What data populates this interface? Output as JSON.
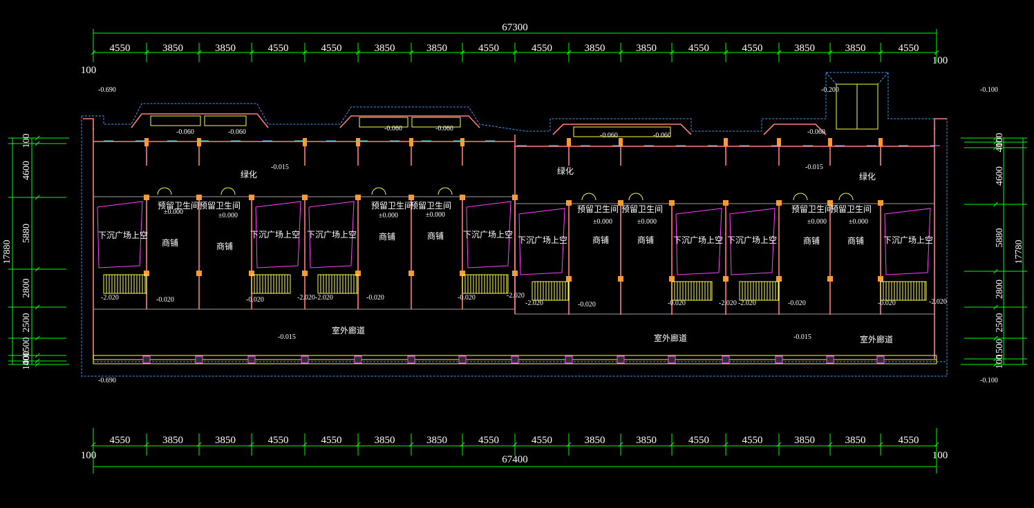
{
  "dimensions": {
    "top_total": "67300",
    "bottom_total": "67400",
    "bay_labels": [
      "4550",
      "3850",
      "3850",
      "4550",
      "4550",
      "3850",
      "3850",
      "4550",
      "4550",
      "3850",
      "3850",
      "4550",
      "4550",
      "3850",
      "3850",
      "4550"
    ],
    "end_offset": "100",
    "left_total": "17880",
    "right_total": "17780",
    "left_segments": [
      "100",
      "4600",
      "5880",
      "2800",
      "2500",
      "1500",
      "400",
      "100"
    ],
    "right_segments": [
      "100",
      "400",
      "4600",
      "5880",
      "2800",
      "2500",
      "1500",
      "100"
    ]
  },
  "rooms": {
    "green_label": "绿化",
    "upper_void": "下沉广场上空",
    "shop": "商铺",
    "reserved_wc": "预留卫生间",
    "outdoor_corridor": "室外廊道"
  },
  "levels": {
    "m0690": "-0.690",
    "m0100": "-0.100",
    "m0200": "-0.200",
    "m0060": "-0.060",
    "m0015": "-0.015",
    "p0000": "±0.000",
    "m0020": "-0.020",
    "m2020": "-2.020"
  },
  "colors": {
    "background": "#000000",
    "dimension": "#00ff00",
    "wall": "#ff8080",
    "column": "#ff9a30",
    "outline": "#3aa0ff",
    "stair": "#ffff40",
    "text": "#ffffff"
  }
}
